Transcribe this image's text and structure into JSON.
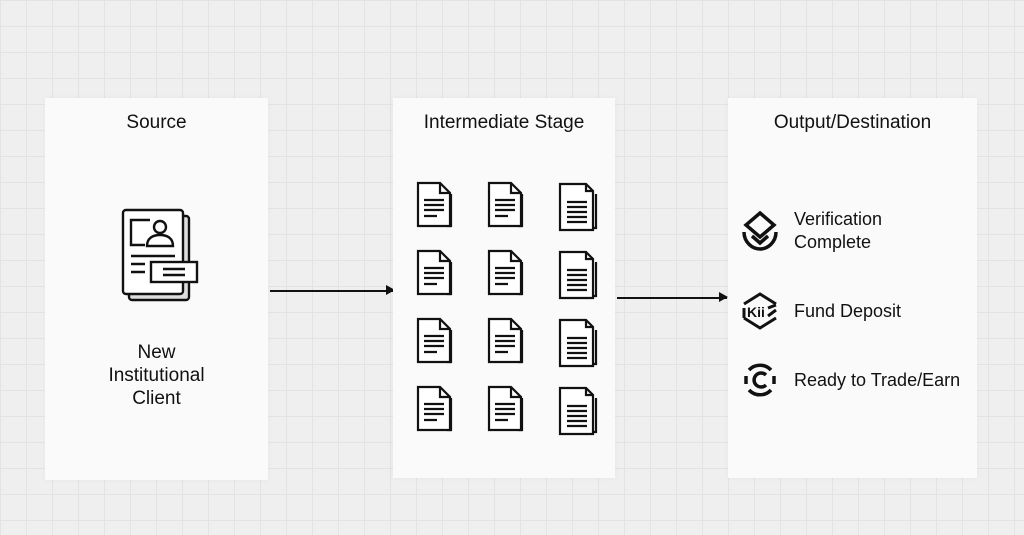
{
  "source": {
    "title": "Source",
    "label_lines": [
      "New",
      "Institutional",
      "Client"
    ],
    "icon": "client-profile-document-icon"
  },
  "intermediate": {
    "title": "Intermediate Stage",
    "icon": "document-icon",
    "document_count": 12
  },
  "output": {
    "title": "Output/Destination",
    "items": [
      {
        "label_lines": [
          "Verification",
          "Complete"
        ],
        "icon": "verification-shield-icon"
      },
      {
        "label_lines": [
          "Fund Deposit"
        ],
        "icon": "kii-hexagon-icon"
      },
      {
        "label_lines": [
          "Ready to Trade/Earn"
        ],
        "icon": "circular-c-icon"
      }
    ]
  }
}
